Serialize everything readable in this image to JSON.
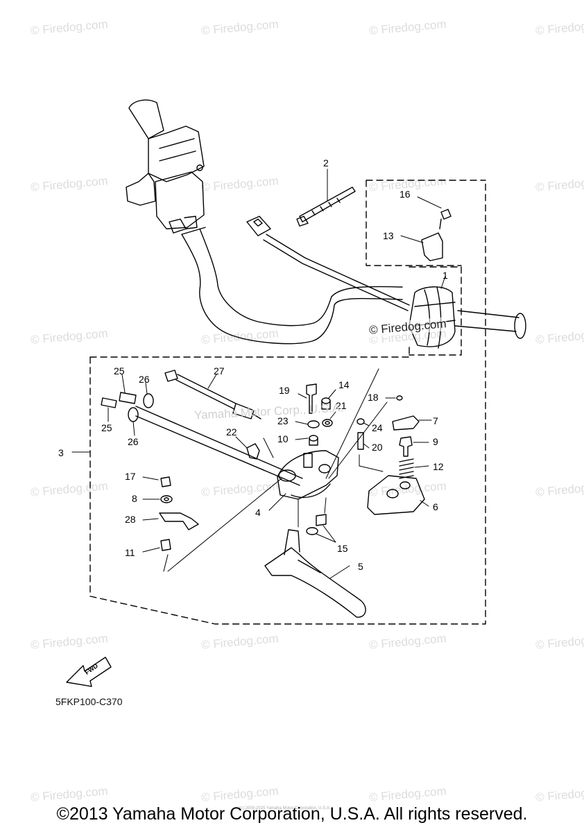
{
  "watermark": {
    "text": "© Firedog.com",
    "color": "#dcdcdc"
  },
  "overlay_watermark": "© Firedog.com",
  "manufacturer_watermark": "Yamaha Motor Corp., U.S.A.",
  "diagram_code": "5FKP100-C370",
  "fwd_label": "FWD",
  "copyright": "©2013 Yamaha Motor Corporation, U.S.A. All rights reserved.",
  "fine_print": "(c) 2000-2015 Yamaha Motor Corporation, U.S.A.",
  "part_labels": [
    {
      "id": "1",
      "text": "1"
    },
    {
      "id": "2",
      "text": "2"
    },
    {
      "id": "3",
      "text": "3"
    },
    {
      "id": "4",
      "text": "4"
    },
    {
      "id": "5",
      "text": "5"
    },
    {
      "id": "6",
      "text": "6"
    },
    {
      "id": "7",
      "text": "7"
    },
    {
      "id": "8",
      "text": "8"
    },
    {
      "id": "9",
      "text": "9"
    },
    {
      "id": "10",
      "text": "10"
    },
    {
      "id": "11",
      "text": "11"
    },
    {
      "id": "12",
      "text": "12"
    },
    {
      "id": "13",
      "text": "13"
    },
    {
      "id": "14",
      "text": "14"
    },
    {
      "id": "15",
      "text": "15"
    },
    {
      "id": "16",
      "text": "16"
    },
    {
      "id": "17",
      "text": "17"
    },
    {
      "id": "18",
      "text": "18"
    },
    {
      "id": "19",
      "text": "19"
    },
    {
      "id": "20",
      "text": "20"
    },
    {
      "id": "21",
      "text": "21"
    },
    {
      "id": "22",
      "text": "22"
    },
    {
      "id": "23",
      "text": "23"
    },
    {
      "id": "24",
      "text": "24"
    },
    {
      "id": "25a",
      "text": "25"
    },
    {
      "id": "25b",
      "text": "25"
    },
    {
      "id": "26a",
      "text": "26"
    },
    {
      "id": "26b",
      "text": "26"
    },
    {
      "id": "27",
      "text": "27"
    },
    {
      "id": "28",
      "text": "28"
    }
  ]
}
